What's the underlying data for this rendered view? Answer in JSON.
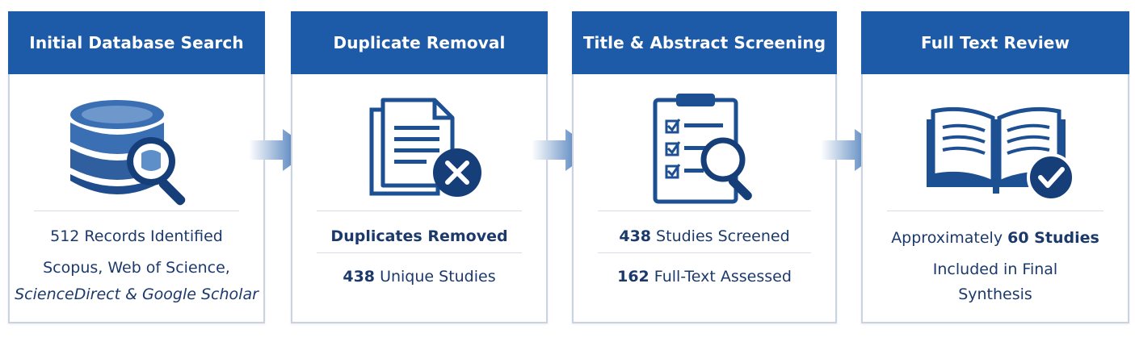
{
  "steps": [
    {
      "title": "Initial Database Search",
      "icon": "database-search-icon",
      "lines": [
        {
          "text": "512 Records Identified"
        },
        {
          "text": "Scopus, Web of Science,"
        },
        {
          "text": "ScienceDirect & Google Scholar"
        }
      ]
    },
    {
      "title": "Duplicate Removal",
      "icon": "document-remove-icon",
      "lines": [
        {
          "text": "Duplicates Removed"
        },
        {
          "number": "438",
          "rest": " Unique Studies"
        }
      ]
    },
    {
      "title": "Title & Abstract Screening",
      "icon": "checklist-search-icon",
      "lines": [
        {
          "number": "438",
          "rest": " Studies Screened"
        },
        {
          "number": "162",
          "rest": " Full-Text Assessed"
        }
      ]
    },
    {
      "title": "Full Text Review",
      "icon": "book-check-icon",
      "lines": [
        {
          "pre": "Approximately ",
          "number": "60 Studies"
        },
        {
          "text": "Included in Final"
        },
        {
          "text": "Synthesis"
        }
      ]
    }
  ],
  "colors": {
    "header": "#1d5ba8",
    "text": "#1b3a6b",
    "border": "#c9d3e2"
  }
}
